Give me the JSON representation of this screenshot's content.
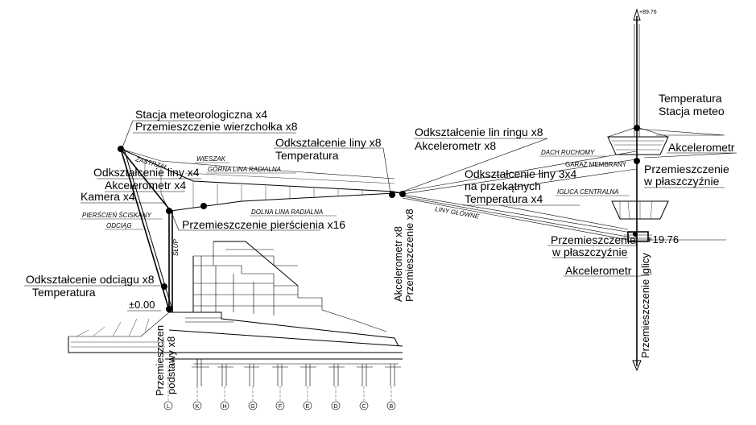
{
  "labels": {
    "meteo_station": "Stacja meteorologiczna  x4",
    "top_displacement": "Przemieszczenie wierzchołka   x8",
    "cable_strain_left": "Odkształcenie liny  x4",
    "accelerometer_left": "Akcelerometr   x4",
    "camera": "Kamera   x4",
    "ring_displacement": "Przemieszczenie pierścienia   x16",
    "cable_strain_mid": "Odkształcenie liny  x8",
    "temperature_mid": "Temperatura",
    "ring_line_strain": "Odkształcenie lin ringu   x8",
    "accelerometer_ring": "Akcelerometr   x8",
    "diagonal_strain_1": "Odkształcenie liny  3x4",
    "diagonal_strain_2": "na przekątnych",
    "temperature_x4": "Temperatura x4",
    "backstay_strain": "Odkształcenie odciągu   x8",
    "temperature_backstay": "Temperatura",
    "accelerometer_vertical": "Akcelerometr   x8",
    "displacement_vertical": "Przemieszczenie   x8",
    "base_displacement_1": "Przemieszczen",
    "base_displacement_2": "podstawy  x8",
    "temperature_top": "Temperatura",
    "meteo_top": "Stacja meteo",
    "accelerometer_right": "Akcelerometr",
    "plane_displacement_1": "Przemieszczenie",
    "plane_displacement_2": "w płaszczyźnie",
    "plane_displacement_low_1": "Przemieszczenie",
    "plane_displacement_low_2": "w płaszczyźnie",
    "accelerometer_low": "Akcelerometr",
    "spire_displacement": "Przemieszczenie iglicy"
  },
  "italic_labels": {
    "zastrzal": "ZASTRZAŁ",
    "wieszak": "WIESZAK",
    "gorna_lina": "GÓRNA LINA RADIALNA",
    "pierscien": "PIERŚCIEŃ ŚCISKANY",
    "odciag": "ODCIĄG",
    "dolna_lina": "DOLNA LINA RADIALNA",
    "liny_glowne": "LINY GŁÓWNE",
    "dach_ruchomy": "DACH RUCHOMY",
    "garaz": "GARAŻ MEMBRANY",
    "iglica": "IGLICA CENTRALNA",
    "slup": "SŁUP"
  },
  "elevations": {
    "top": "+89.76",
    "mid": "+19.76",
    "ground": "±0.00"
  },
  "axes": [
    "L",
    "K",
    "H",
    "G",
    "F",
    "E",
    "D",
    "C",
    "B"
  ]
}
